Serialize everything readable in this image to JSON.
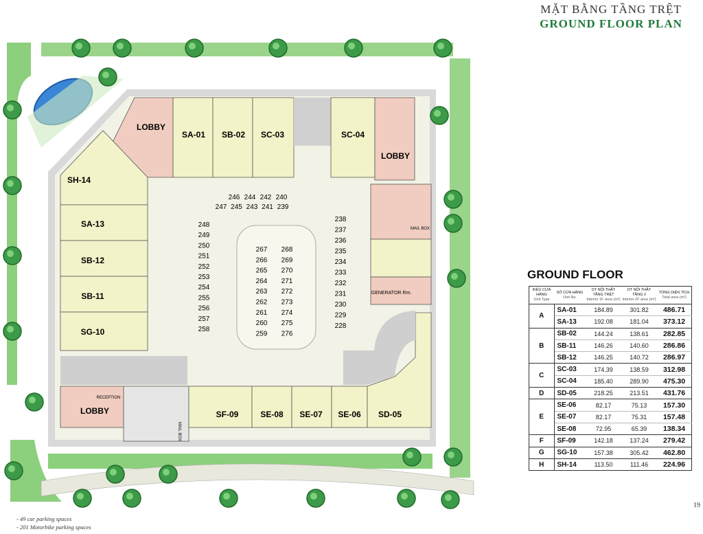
{
  "title_vn": "MẶT BẰNG TẦNG TRỆT",
  "title_en": "GROUND FLOOR PLAN",
  "page_number": "19",
  "notes": [
    "- 49 car parking spaces",
    "- 201 Motorbike parking spaces"
  ],
  "plan_labels": {
    "lobby_nw": "LOBBY",
    "lobby_ne": "LOBBY",
    "lobby_sw": "LOBBY",
    "reception": "RECEPTION",
    "mail_box_e": "MAIL BOX",
    "mail_box_s": "MAIL BOX",
    "generator": "GENERATOR Rm."
  },
  "units": [
    "SA-01",
    "SB-02",
    "SC-03",
    "SC-04",
    "SH-14",
    "SA-13",
    "SB-12",
    "SB-11",
    "SG-10",
    "SF-09",
    "SE-08",
    "SE-07",
    "SE-06",
    "SD-05"
  ],
  "parking": {
    "top_row1": [
      "246",
      "244",
      "242",
      "240"
    ],
    "top_row2": [
      "247",
      "245",
      "243",
      "241",
      "239"
    ],
    "left_col": [
      "248",
      "249",
      "250",
      "251",
      "252",
      "253",
      "254",
      "255",
      "256",
      "257",
      "258"
    ],
    "right_col": [
      "238",
      "237",
      "236",
      "235",
      "234",
      "233",
      "232",
      "231",
      "230",
      "229",
      "228"
    ],
    "center_a": [
      "267",
      "266",
      "265",
      "264",
      "263",
      "262",
      "261",
      "260",
      "259"
    ],
    "center_b": [
      "268",
      "269",
      "270",
      "271",
      "272",
      "273",
      "274",
      "275",
      "276"
    ]
  },
  "table": {
    "title": "GROUND FLOOR",
    "headers": {
      "type_vn": "KIỂU CỬA HÀNG",
      "type_en": "Unit Type",
      "unit_vn": "SỐ CỬA HÀNG",
      "unit_en": "Unit No.",
      "int1_vn": "DT NỘI THẤT TẦNG TRỆT",
      "int1_en": "Interior 1F area (m²)",
      "int2_vn": "DT NỘI THẤT TẦNG 2",
      "int2_en": "Interior 2F area (m²)",
      "tot_vn": "TỔNG DIỆN TÍCH",
      "tot_en": "Total area (m²)"
    },
    "groups": [
      {
        "type": "A",
        "rows": [
          [
            "SA-01",
            "184.89",
            "301.82",
            "486.71"
          ],
          [
            "SA-13",
            "192.08",
            "181.04",
            "373.12"
          ]
        ]
      },
      {
        "type": "B",
        "rows": [
          [
            "SB-02",
            "144.24",
            "138.61",
            "282.85"
          ],
          [
            "SB-11",
            "146.26",
            "140.60",
            "286.86"
          ],
          [
            "SB-12",
            "146.25",
            "140.72",
            "286.97"
          ]
        ]
      },
      {
        "type": "C",
        "rows": [
          [
            "SC-03",
            "174.39",
            "138.59",
            "312.98"
          ],
          [
            "SC-04",
            "185.40",
            "289.90",
            "475.30"
          ]
        ]
      },
      {
        "type": "D",
        "rows": [
          [
            "SD-05",
            "218.25",
            "213.51",
            "431.76"
          ]
        ]
      },
      {
        "type": "E",
        "rows": [
          [
            "SE-06",
            "82.17",
            "75.13",
            "157.30"
          ],
          [
            "SE-07",
            "82.17",
            "75.31",
            "157.48"
          ],
          [
            "SE-08",
            "72.95",
            "65.39",
            "138.34"
          ]
        ]
      },
      {
        "type": "F",
        "rows": [
          [
            "SF-09",
            "142.18",
            "137.24",
            "279.42"
          ]
        ]
      },
      {
        "type": "G",
        "rows": [
          [
            "SG-10",
            "157.38",
            "305.42",
            "462.80"
          ]
        ]
      },
      {
        "type": "H",
        "rows": [
          [
            "SH-14",
            "113.50",
            "111.46",
            "224.96"
          ]
        ]
      }
    ]
  },
  "colors": {
    "shop": "#f3f3c9",
    "lobby": "#f0cdc0",
    "green": "#7cc46e",
    "tree": "#2e8b3e",
    "pool": "#3a86d6",
    "road": "#efefe4",
    "hatch": "#bdbdbd",
    "title_green": "#1f7a3a"
  }
}
